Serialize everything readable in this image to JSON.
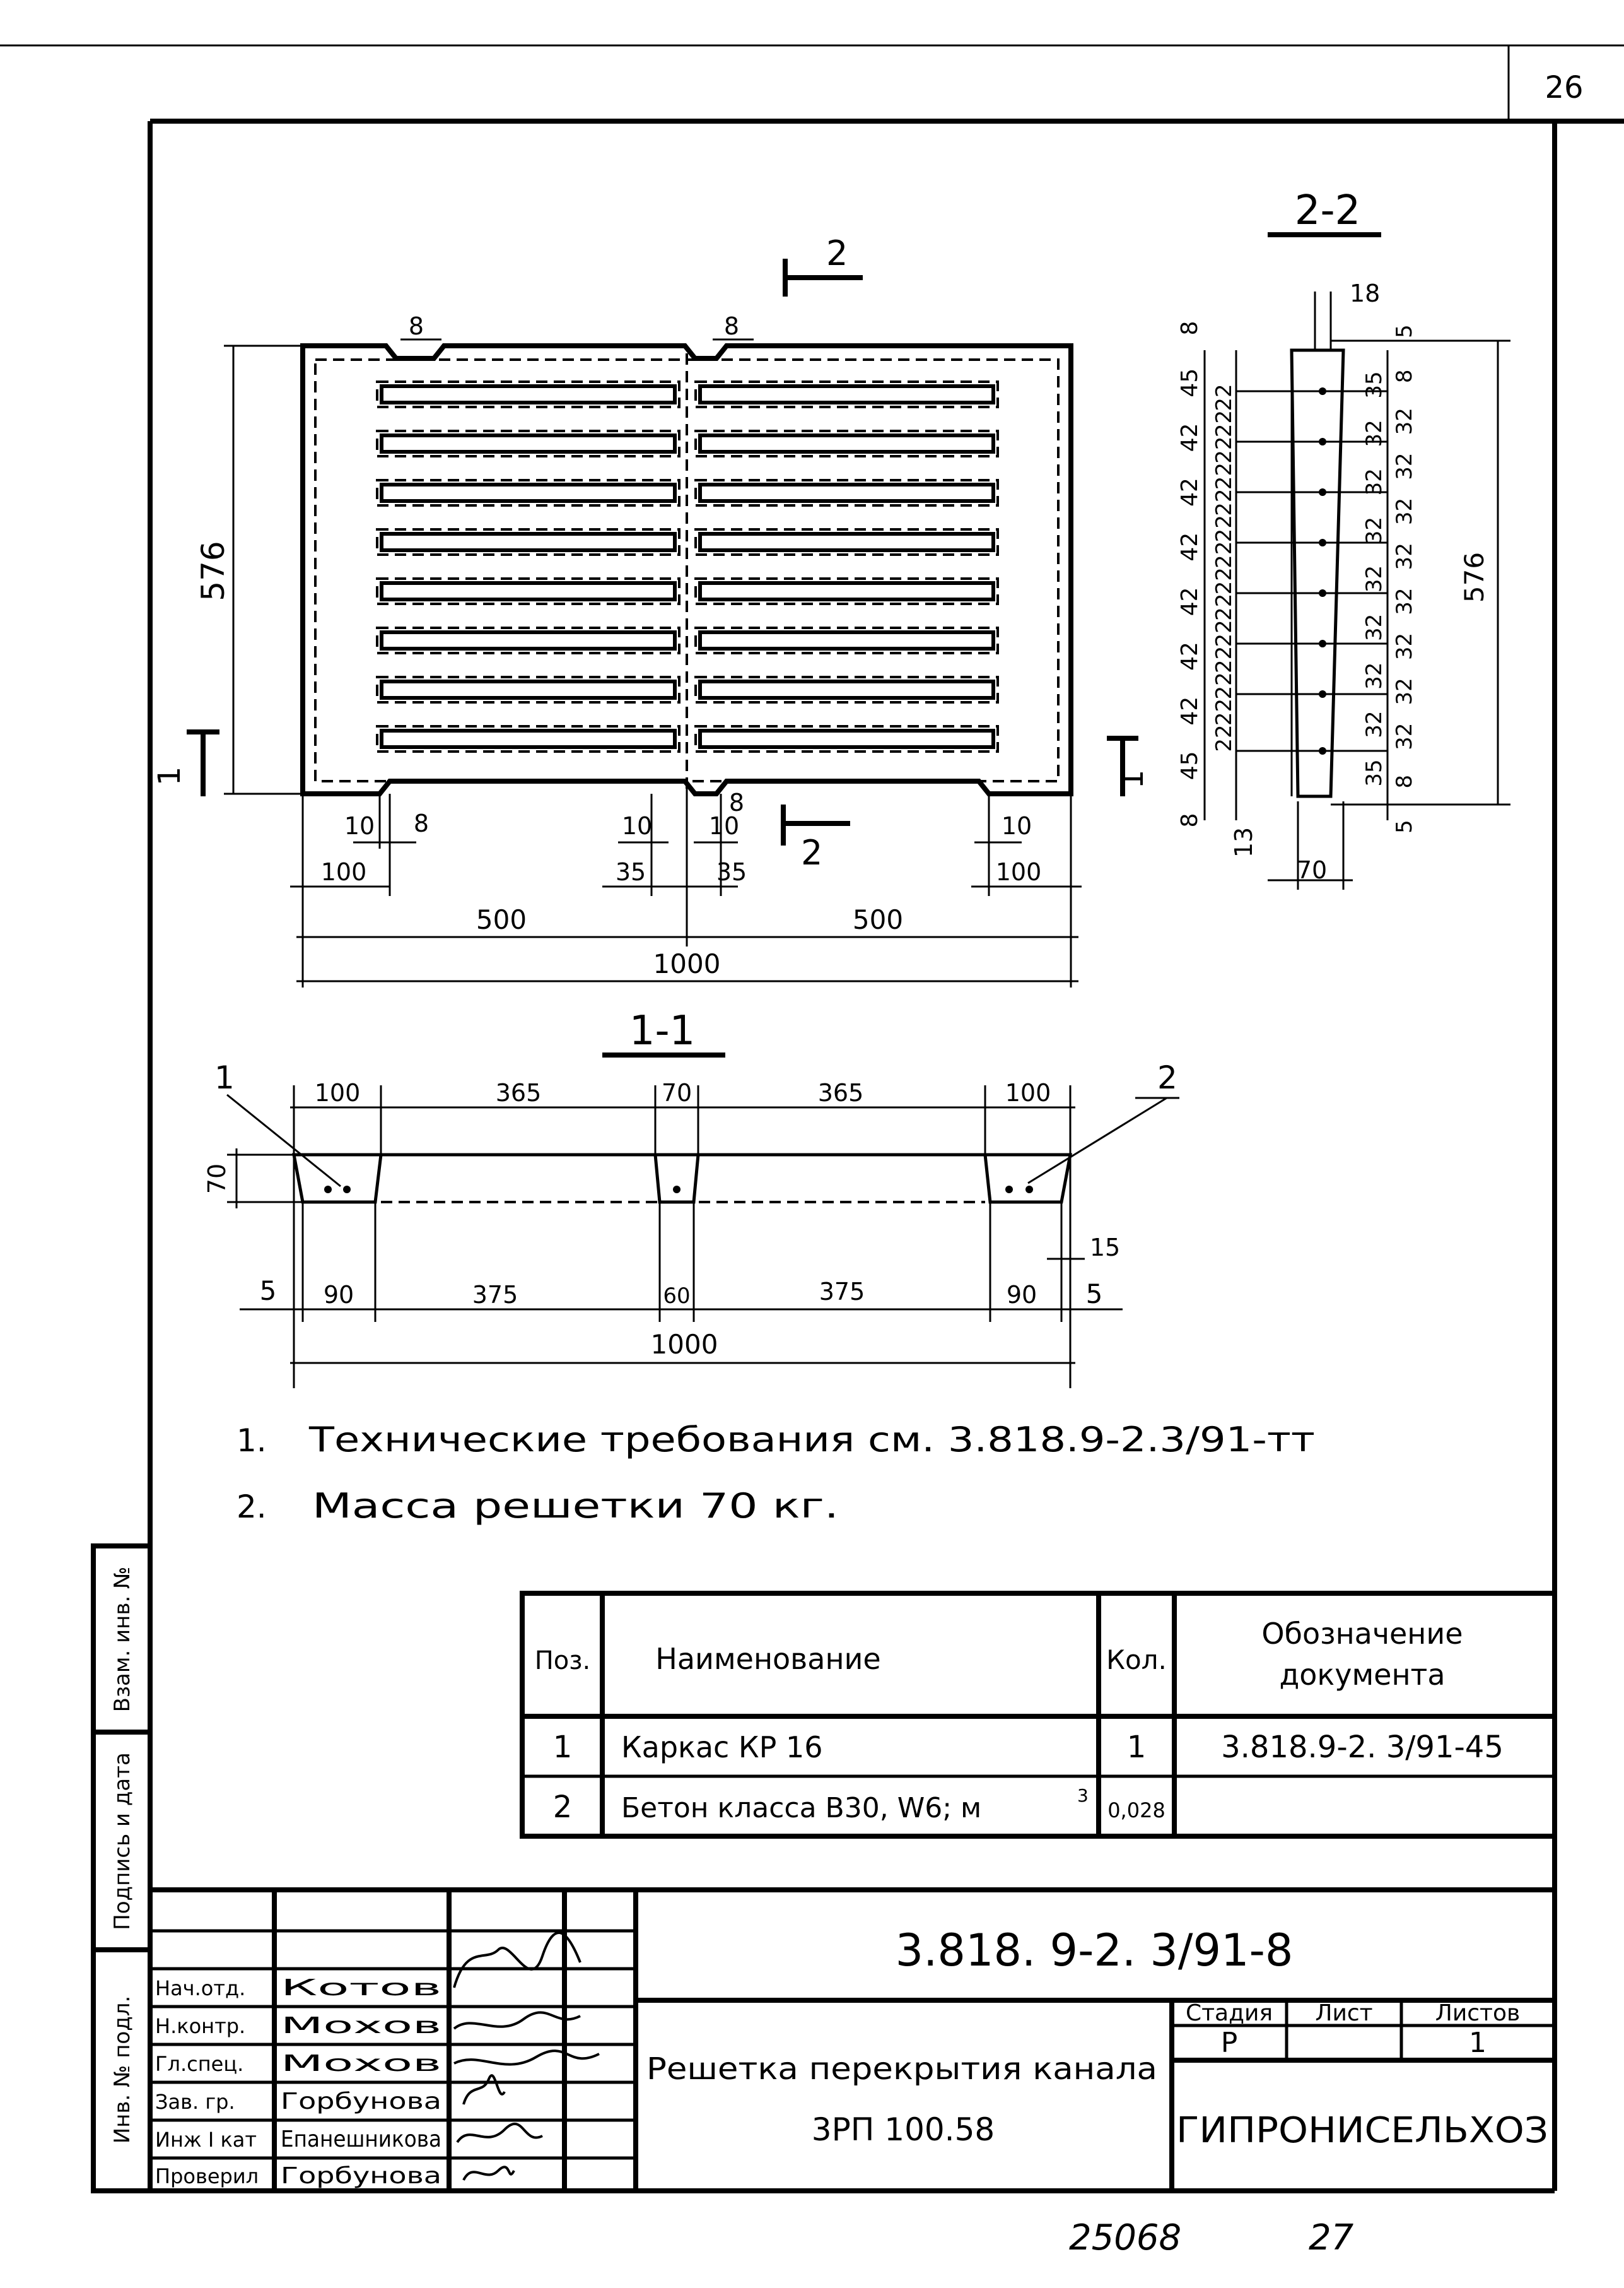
{
  "sheet_number": "26",
  "section_2_2": {
    "title": "2-2",
    "cut_label": "2",
    "labels_left": [
      "8",
      "45",
      "42",
      "42",
      "42",
      "42",
      "42",
      "42",
      "45",
      "8"
    ],
    "labels_mid": [
      "22",
      "22",
      "22",
      "22",
      "22",
      "22",
      "22",
      "22",
      "22",
      "22",
      "22",
      "22",
      "22",
      "22"
    ],
    "labels_inner": [
      "35",
      "32",
      "32",
      "32",
      "32",
      "32",
      "32",
      "32",
      "35"
    ],
    "labels_right": [
      "5",
      "8",
      "32",
      "32",
      "32",
      "32",
      "32",
      "32",
      "32",
      "32",
      "8",
      "5"
    ],
    "top_width": "18",
    "bottom_width": "70",
    "bottom_offset": "13",
    "height": "576"
  },
  "plan": {
    "height": "576",
    "section_mark": "1",
    "top_dims": [
      "8",
      "8"
    ],
    "bottom_dims": {
      "small": [
        "10",
        "8",
        "10",
        "8",
        "10",
        "10"
      ],
      "hundred_left": "100",
      "thirty_five_left": "35",
      "thirty_five_right": "35",
      "hundred_right": "100",
      "half_left": "500",
      "half_right": "500",
      "total": "1000"
    }
  },
  "section_1_1": {
    "title": "1-1",
    "leader_1": "1",
    "leader_2": "2",
    "top_dims": [
      "100",
      "365",
      "70",
      "365",
      "100"
    ],
    "height": "70",
    "bottom_dims": [
      "5",
      "90",
      "375",
      "60",
      "375",
      "90",
      "5"
    ],
    "step": "15",
    "total": "1000"
  },
  "notes": [
    {
      "num": "1.",
      "text": "Технические   требования   см. 3.818.9-2.3/91-тт"
    },
    {
      "num": "2.",
      "text": "Масса   решетки   70 кг."
    }
  ],
  "spec_table": {
    "headers": {
      "pos": "Поз.",
      "name": "Наименование",
      "qty": "Кол.",
      "doc_line1": "Обозначение",
      "doc_line2": "документа"
    },
    "rows": [
      {
        "pos": "1",
        "name": "Каркас      КР 16",
        "qty": "1",
        "doc": "3.818.9-2. 3/91-45"
      },
      {
        "pos": "2",
        "name": "Бетон   класса В30, W6;  м",
        "sup": "3",
        "qty": "0,028",
        "doc": ""
      }
    ]
  },
  "side_stamp": [
    "Взам. инв. №",
    "Подпись и дата",
    "Инв. № подл."
  ],
  "title_block": {
    "doc_code": "3.818. 9-2. 3/91-8",
    "title_line1": "Решетка перекрытия  канала",
    "title_line2": "3РП  100.58",
    "stage_header": "Стадия",
    "sheet_header": "Лист",
    "sheets_header": "Листов",
    "stage": "Р",
    "sheet": "",
    "sheets": "1",
    "organization": "ГИПРОНИСЕЛЬХОЗ",
    "signatures": [
      {
        "role": "Нач.отд.",
        "name": "Котов"
      },
      {
        "role": "Н.контр.",
        "name": "Мохов"
      },
      {
        "role": "Гл.спец.",
        "name": "Мохов"
      },
      {
        "role": "Зав. гр.",
        "name": "Горбунова"
      },
      {
        "role": "Инж I кат",
        "name": "Епанешникова"
      },
      {
        "role": "Проверил",
        "name": "Горбунова"
      }
    ]
  },
  "footer": {
    "archive_number": "25068",
    "page": "27"
  }
}
